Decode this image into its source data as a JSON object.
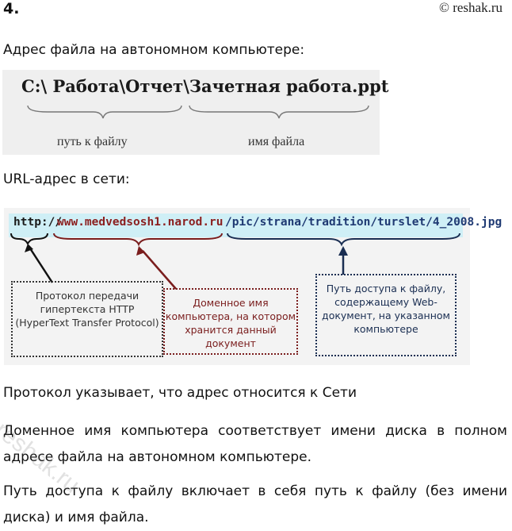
{
  "header": {
    "number": "4.",
    "copyright": "© reshak.ru"
  },
  "section1": {
    "title": "Адрес файла на автономном компьютере:",
    "file_path": "C:\\ Работа\\Отчет\\Зачетная работа.ppt",
    "label_path": "путь к файлу",
    "label_name": "имя файла"
  },
  "section2": {
    "title": "URL-адрес в сети:",
    "url_protocol": "http://",
    "url_domain": "www.medvedsosh1.narod.ru",
    "url_path": "/pic/strana/tradition/turslet/4_2008.jpg",
    "callout_protocol": "Протокол передачи гипертекста HTTP (HyperText Transfer Protocol)",
    "callout_domain": "Доменное имя компьютера, на котором хранится данный документ",
    "callout_path": "Путь доступа к файлу, содержащему Web-документ, на указанном компьютере",
    "colors": {
      "protocol": "#1a1a1a",
      "domain": "#8b1f1f",
      "path": "#1f3a73",
      "bar": "#cfeff6"
    }
  },
  "paragraphs": [
    "Протокол указывает, что адрес относится к Сети",
    "Доменное имя компьютера соответствует имени диска в полном адресе файла на автономном компьютере.",
    "Путь доступа к файлу включает в себя путь к файлу (без имени диска) и имя файла."
  ],
  "watermark": "reshak.ru"
}
